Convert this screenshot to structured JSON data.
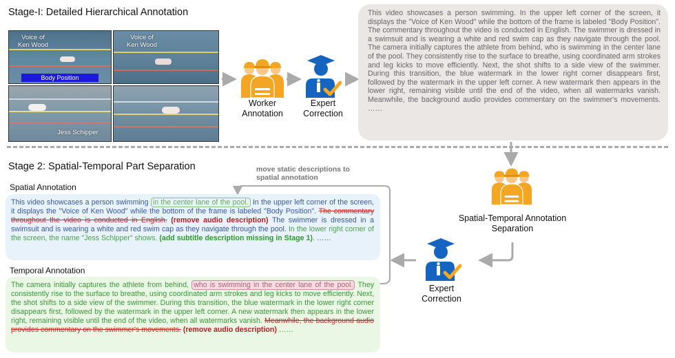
{
  "stage1": {
    "title": "Stage-I: Detailed Hierarchical Annotation"
  },
  "thumbnails": {
    "voice_of_line1": "Voice of",
    "voice_of_line2": "Ken Wood",
    "body_position": "Body Position",
    "jess_schipper": "Jess Schipper"
  },
  "worker_annotation": {
    "line1": "Worker",
    "line2": "Annotation"
  },
  "expert_correction_top": {
    "line1": "Expert",
    "line2": "Correction"
  },
  "stage1_description": "This video showcases a person swimming. In the upper left corner of the screen, it displays the \"Voice of Ken Wood\" while the bottom of the frame is labeled \"Body Position\". The commentary throughout the video is conducted in English. The swimmer is dressed in a swimsuit and is wearing a white and red swim cap as they navigate through the pool. The camera initially captures the athlete from behind, who is swimming in the center lane of the pool. They consistently rise to the surface to breathe, using coordinated arm strokes and leg kicks to move efficiently. Next, the shot shifts to a side view of the swimmer. During this transition, the blue watermark in the lower right corner disappears first, followed by the watermark in the upper left corner. A new watermark then appears in the lower right, remaining visible until the end of the video, when all watermarks vanish. Meanwhile, the background audio provides commentary on the swimmer's movements. ……",
  "stage2": {
    "title": "Stage 2: Spatial-Temporal Part Separation"
  },
  "move_label": "move static descriptions to spatial annotation",
  "spatial": {
    "heading": "Spatial Annotation",
    "t1": "This video showcases a person swimming ",
    "hl": "in the center lane of the pool.",
    "t2": " In the upper left corner of the screen, it displays the \"Voice of Ken Wood\" while the bottom of the frame is labeled \"Body Position\". ",
    "strike": "The commentary throughout the video is conducted in English.",
    "remove": " (remove audio description)",
    "t3": " The swimmer is dressed in a swimsuit and is wearing a white and red swim cap as they navigate through the pool. ",
    "green": "In the lower right corner of the screen, the name \"Jess Schipper\" shows.",
    "add": " (add subtitle description missing in Stage 1)",
    "end": ". ……"
  },
  "temporal": {
    "heading": "Temporal Annotation",
    "t1": "The camera initially captures the athlete from behind, ",
    "hl": "who is swimming in the center lane of the pool.",
    "t2": " They consistently rise to the surface to breathe, using coordinated arm strokes and leg kicks to move efficiently. Next, the shot shifts to a side view of the swimmer. During this transition, the blue watermark in the lower right corner disappears first, followed by the watermark in the upper left corner. A new watermark then appears in the lower right, remaining visible until the end of the video, when all watermarks vanish. ",
    "strike": "Meanwhile, the background audio provides commentary on the swimmer's movements.",
    "remove": " (remove audio description)",
    "end": " ……"
  },
  "st_separation": {
    "line1": "Spatial-Temporal Annotation",
    "line2": "Separation"
  },
  "expert_correction_bottom": {
    "line1": "Expert",
    "line2": "Correction"
  },
  "colors": {
    "worker_orange": "#f2a623",
    "expert_blue": "#1565c0",
    "check_orange": "#f5a623"
  }
}
